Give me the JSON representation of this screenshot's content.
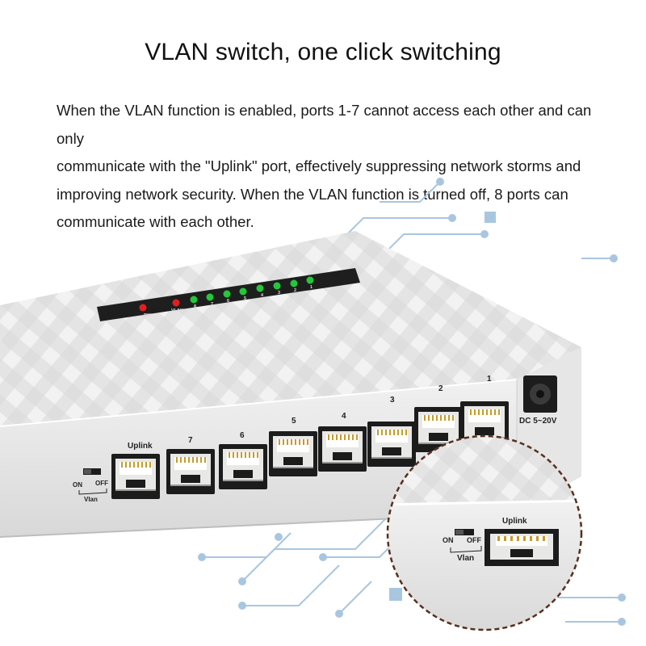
{
  "header": {
    "title": "VLAN switch, one click switching"
  },
  "description": {
    "line1": "When the VLAN function is enabled, ports 1-7 cannot access each other and can only",
    "line2": "communicate with the \"Uplink\" port, effectively suppressing network storms and",
    "line3": "improving network security. When the VLAN function is turned off, 8 ports can",
    "line4": "communicate with each other."
  },
  "switch": {
    "led_labels": [
      "PW",
      "VLAN",
      "8",
      "7",
      "6",
      "5",
      "4",
      "3",
      "2",
      "1"
    ],
    "port_labels_top": [
      "4",
      "3",
      "2",
      "1"
    ],
    "port_labels_bottom": [
      "Uplink",
      "7",
      "6",
      "5"
    ],
    "power_label": "DC 5~20V",
    "vlan_toggle": {
      "on": "ON",
      "off": "OFF",
      "name": "Vlan"
    }
  },
  "zoom_inset": {
    "uplink_label": "Uplink",
    "on": "ON",
    "off": "OFF",
    "name": "Vlan"
  },
  "colors": {
    "led_red": "#e02020",
    "led_green": "#22c83a",
    "circuit": "#a9c6e0",
    "inset_border": "#5a2f1c"
  }
}
